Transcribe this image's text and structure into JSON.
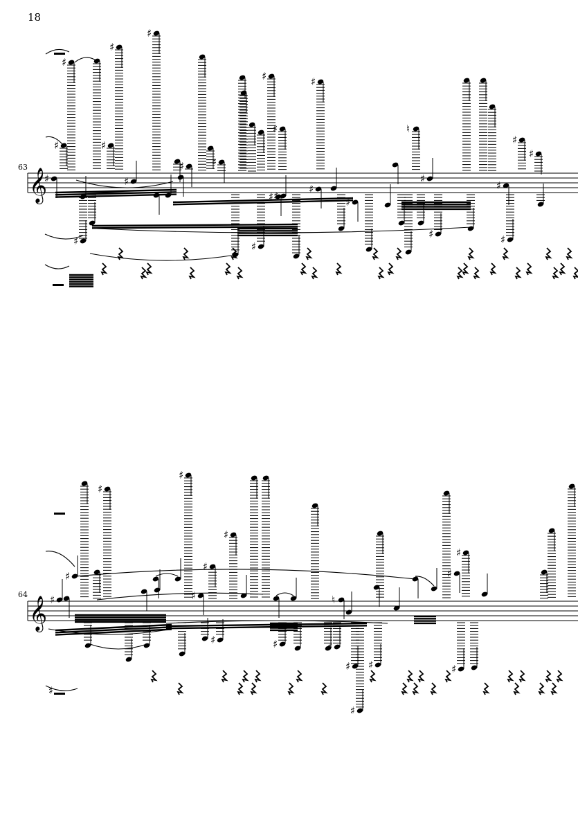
{
  "page": {
    "number": "18"
  },
  "systems": [
    {
      "measure_number": "63",
      "clef": "treble"
    },
    {
      "measure_number": "64",
      "clef": "treble"
    }
  ],
  "glyphs": {
    "sharp": "♯",
    "natural": "♮",
    "treble_clef": "𝄞"
  }
}
